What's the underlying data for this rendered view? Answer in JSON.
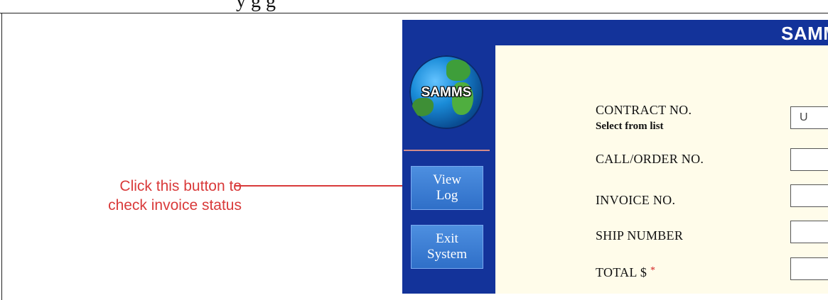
{
  "page": {
    "caption_cut": "y    g             g"
  },
  "app": {
    "title": "SAMMS",
    "logo_text": "SAMMS",
    "colors": {
      "header": "#13339a",
      "panel": "#fffcea",
      "button": "#3b7bd4",
      "annotation": "#d93a3a"
    }
  },
  "sidebar": {
    "buttons": [
      {
        "line1": "View",
        "line2": "Log"
      },
      {
        "line1": "Exit",
        "line2": "System"
      }
    ]
  },
  "form": {
    "contract": {
      "label": "CONTRACT NO.",
      "sublabel": "Select from list",
      "value": "U"
    },
    "call_order": {
      "label": "CALL/ORDER NO.",
      "value": ""
    },
    "invoice": {
      "label": "INVOICE NO.",
      "value": ""
    },
    "ship": {
      "label": "SHIP NUMBER",
      "value": ""
    },
    "total": {
      "label": "TOTAL $",
      "required_mark": "*",
      "value": ""
    }
  },
  "annotation": {
    "line1": "Click this button to",
    "line2": "check invoice status"
  }
}
